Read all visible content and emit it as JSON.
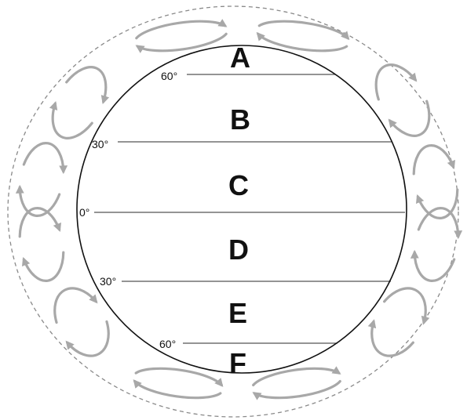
{
  "zones": [
    "A",
    "B",
    "C",
    "D",
    "E",
    "F"
  ],
  "latitude_labels": [
    "60°",
    "30°",
    "0°",
    "30°",
    "60°"
  ],
  "colors": {
    "earth_outline": "#111111",
    "atmosphere_boundary": "#8a8a8a",
    "circulation_cells": "#a8a8a8",
    "latitude_lines": "#555555"
  },
  "icons": [
    "circulation-cell-arrow-icon"
  ]
}
